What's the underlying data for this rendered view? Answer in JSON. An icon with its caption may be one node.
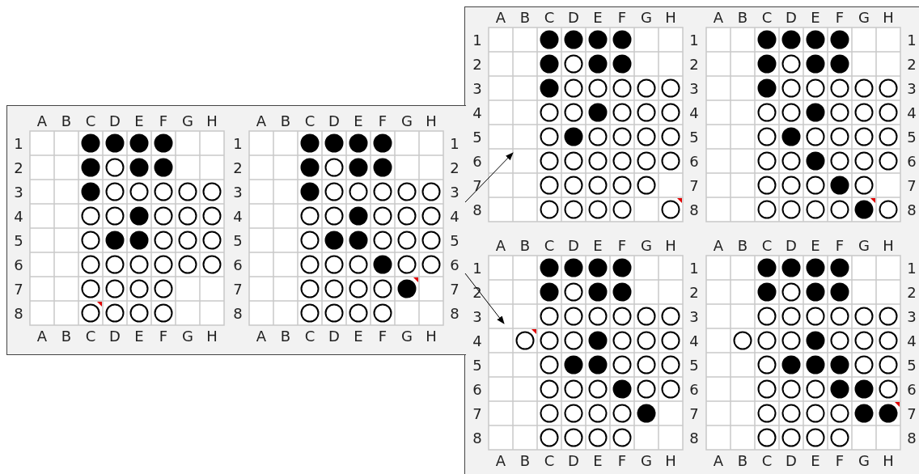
{
  "diagram": {
    "nodes": [
      {
        "text": [
          "A",
          "B",
          "C",
          "D",
          "E",
          "F",
          "G",
          "H",
          "1",
          "2",
          "3",
          "4",
          "5",
          "6",
          "7",
          "8",
          "A",
          "B",
          "C",
          "D",
          "E",
          "F",
          "G",
          "H"
        ]
      },
      {
        "text": [
          "A",
          "B",
          "C",
          "D",
          "E",
          "F",
          "G",
          "H",
          "1",
          "1",
          "2",
          "2",
          "3",
          "3",
          "4",
          "4",
          "5",
          "5",
          "6",
          "6",
          "7",
          "7",
          "8",
          "8",
          "A",
          "B",
          "C",
          "D",
          "E",
          "F",
          "G",
          "H"
        ]
      },
      {
        "text": [
          "A",
          "B",
          "C",
          "D",
          "E",
          "F",
          "G",
          "H",
          "1",
          "1",
          "2",
          "2",
          "3",
          "3",
          "4",
          "4",
          "5",
          "5",
          "6",
          "6",
          "7",
          "7",
          "8",
          "8"
        ]
      },
      {
        "text": [
          "A",
          "B",
          "C",
          "D",
          "E",
          "F",
          "G",
          "H",
          "1",
          "2",
          "3",
          "4",
          "5",
          "6",
          "7",
          "8"
        ]
      },
      {
        "text": [
          "A",
          "B",
          "C",
          "D",
          "E",
          "F",
          "G",
          "H",
          "1",
          "1",
          "2",
          "2",
          "3",
          "3",
          "4",
          "4",
          "5",
          "5",
          "6",
          "6",
          "7",
          "7",
          "8",
          "8",
          "A",
          "B",
          "C",
          "D",
          "E",
          "F",
          "G",
          "H"
        ]
      },
      {
        "text": [
          "A",
          "B",
          "C",
          "D",
          "E",
          "F",
          "G",
          "H",
          "1",
          "2",
          "3",
          "4",
          "5",
          "6",
          "7",
          "8",
          "A",
          "B",
          "C",
          "D",
          "E",
          "F",
          "G",
          "H"
        ]
      }
    ],
    "edges": [
      {
        "from": 1,
        "to": 2,
        "arrow": "to"
      },
      {
        "from": 1,
        "to": 4,
        "arrow": "to"
      }
    ]
  }
}
